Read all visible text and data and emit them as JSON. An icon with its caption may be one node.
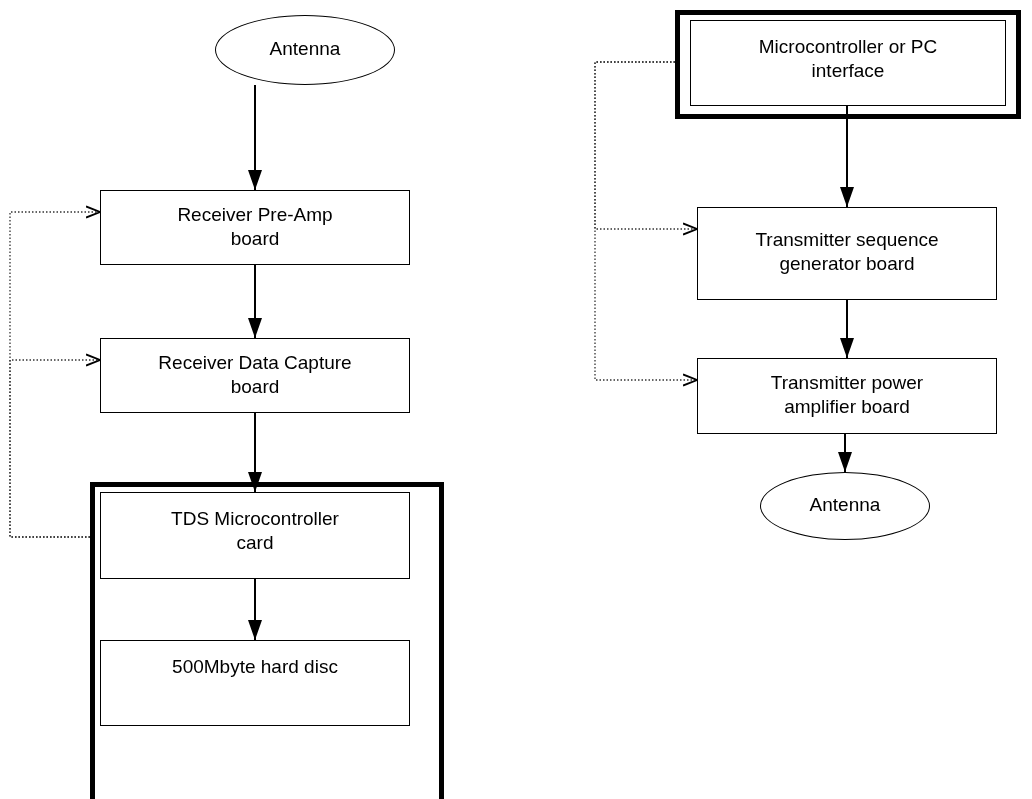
{
  "diagram": {
    "nodes": [
      {
        "text": [
          "Antenna"
        ]
      },
      {
        "text": [
          "Receiver Pre-Amp board"
        ]
      },
      {
        "text": [
          "Receiver Data Capture board"
        ]
      },
      {
        "text": [],
        "shape": "box"
      },
      {
        "text": [
          "TDS Microcontroller card"
        ],
        "in": 3
      },
      {
        "text": [
          "500Mbyte hard disc"
        ],
        "in": 3
      },
      {
        "text": [],
        "shape": "box"
      },
      {
        "text": [
          "Microcontroller or PC interface"
        ],
        "in": 6
      },
      {
        "text": [
          "Transmitter sequence generator board"
        ]
      },
      {
        "text": [
          "Transmitter power amplifier board"
        ]
      },
      {
        "text": [
          "Antenna"
        ]
      }
    ],
    "edges": [
      {
        "from": 0,
        "to": 1,
        "arrow": "to"
      },
      {
        "from": 1,
        "to": 2,
        "arrow": "to"
      },
      {
        "from": 2,
        "to": 4,
        "arrow": "to"
      },
      {
        "from": 4,
        "to": 5,
        "arrow": "to"
      },
      {
        "from": 3,
        "to": 1,
        "arrow": "to",
        "style": "dashed"
      },
      {
        "from": 3,
        "to": 2,
        "arrow": "to",
        "style": "dashed"
      },
      {
        "from": 7,
        "to": 8,
        "arrow": "to"
      },
      {
        "from": 8,
        "to": 9,
        "arrow": "to"
      },
      {
        "from": 9,
        "to": 10,
        "arrow": "to"
      },
      {
        "from": 6,
        "to": 8,
        "arrow": "to",
        "style": "dashed"
      },
      {
        "from": 6,
        "to": 9,
        "arrow": "to",
        "style": "dashed"
      }
    ]
  }
}
